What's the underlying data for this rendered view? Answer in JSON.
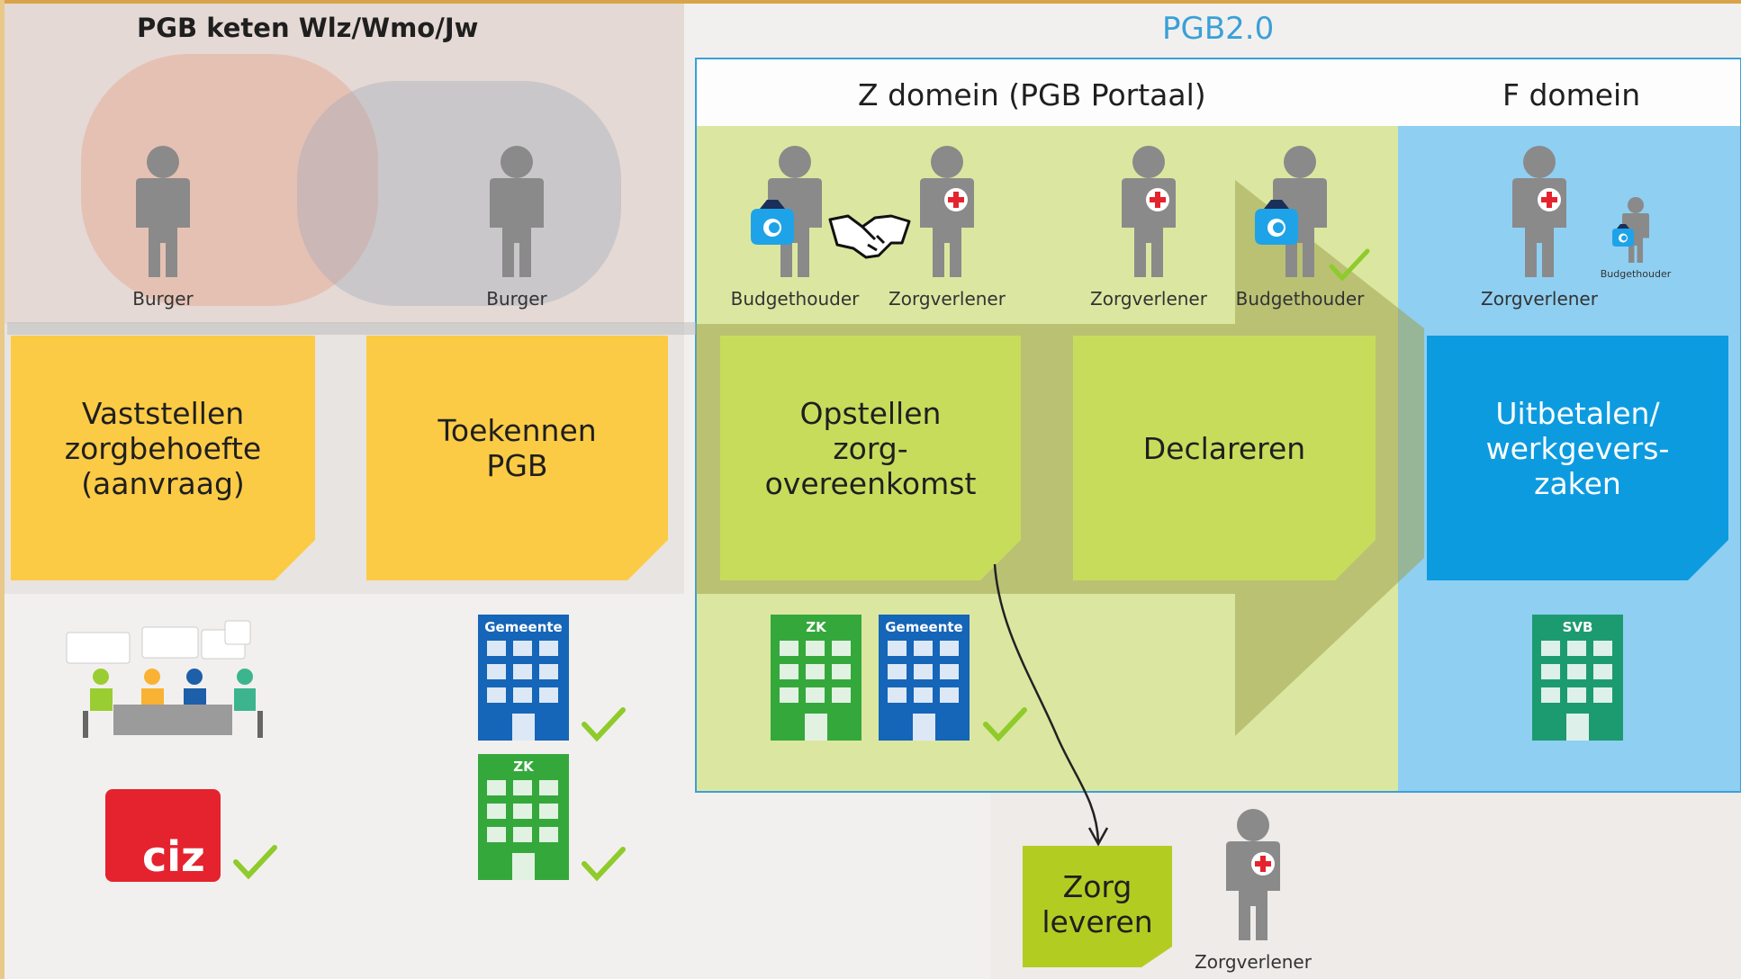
{
  "header": {
    "title": "PGB keten Wlz/Wmo/Jw",
    "pgb_label": "PGB2.0"
  },
  "domains": {
    "z_domain": "Z domein (PGB Portaal)",
    "f_domain": "F domein"
  },
  "persons": {
    "burger_1": "Burger",
    "burger_2": "Burger",
    "budgethouder_1": "Budgethouder",
    "zorgverlener_1": "Zorgverlener",
    "zorgverlener_2": "Zorgverlener",
    "budgethouder_2": "Budgethouder",
    "zorgverlener_3": "Zorgverlener",
    "budgethouder_small": "Budgethouder",
    "zorgverlener_4": "Zorgverlener"
  },
  "steps": {
    "step_1": "Vaststellen\nzorgbehoefte\n(aanvraag)",
    "step_2": "Toekennen\nPGB",
    "step_3": "Opstellen\nzorg-\novereenkomst",
    "step_4": "Declareren",
    "step_5": "Uitbetalen/\nwerkgevers-\nzaken",
    "step_6": "Zorg\nleveren"
  },
  "organisations": {
    "gemeente_1": "Gemeente",
    "zk_1": "ZK",
    "zk_2": "ZK",
    "gemeente_2": "Gemeente",
    "svb": "SVB",
    "ciz": "ciz"
  },
  "colors": {
    "yellow": "#fccb45",
    "green": "#c8dc5c",
    "green_bg": "#dbe7a0",
    "blue": "#0d9be0",
    "blue_bg": "#8fcff2",
    "building_blue": "#1565b8",
    "building_green": "#35a83c",
    "building_teal": "#1d9b70",
    "ciz_red": "#e5232e",
    "check": "#8ecb2b"
  }
}
